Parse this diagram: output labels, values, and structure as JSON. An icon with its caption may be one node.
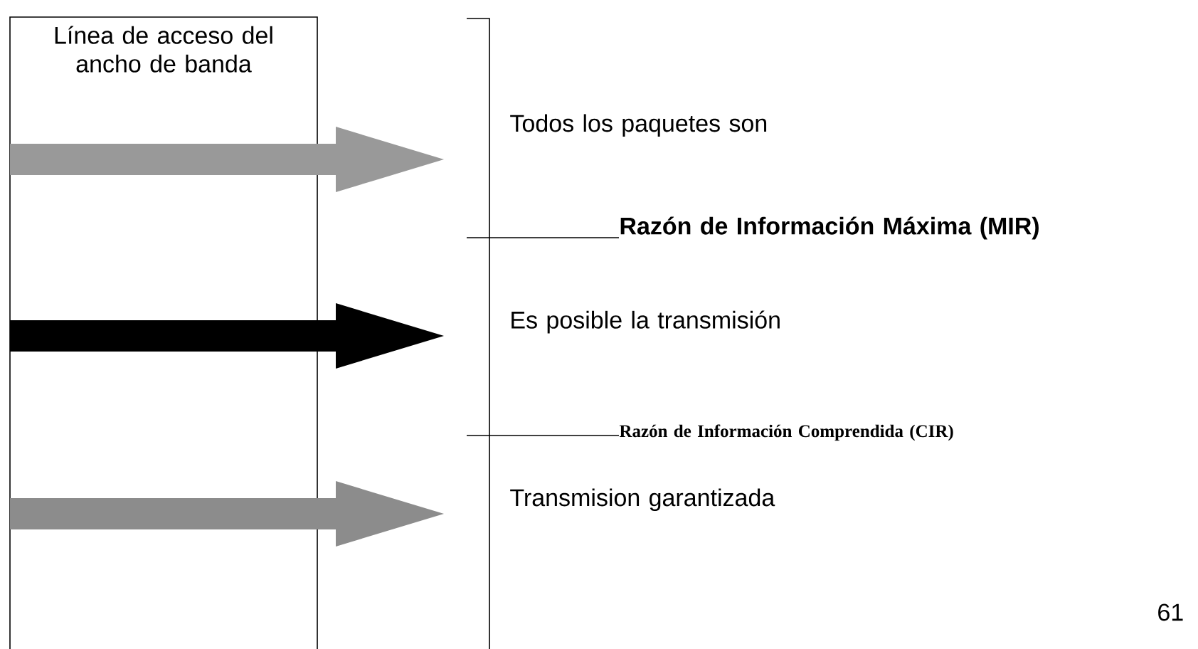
{
  "diagram": {
    "nodes": [
      {
        "text": [
          "Línea de acceso del ancho de banda"
        ]
      }
    ],
    "labels": [
      "Todos los paquetes son",
      "Razón de Información Máxima (MIR)",
      "Es posible la transmisión",
      "Razón de Información Comprendida (CIR)",
      "Transmision garantizada",
      "61"
    ]
  }
}
